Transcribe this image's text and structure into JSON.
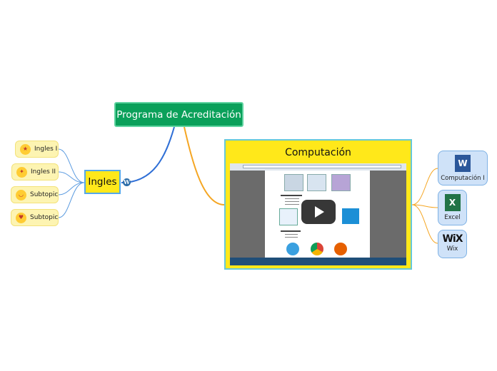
{
  "root": {
    "label": "Programa de Acreditación"
  },
  "ingles": {
    "label": "Ingles",
    "icon": "wordpress-icon",
    "children": [
      {
        "label": "Ingles I",
        "icon": "star-struck-emoji-icon"
      },
      {
        "label": "Ingles II",
        "icon": "party-face-emoji-icon"
      },
      {
        "label": "Subtopic",
        "icon": "grinning-face-emoji-icon"
      },
      {
        "label": "Subtopic",
        "icon": "heart-eyes-emoji-icon"
      }
    ]
  },
  "computacion": {
    "label": "Computación",
    "media": "video-thumbnail",
    "children": [
      {
        "label": "Computación I",
        "icon": "microsoft-word-icon"
      },
      {
        "label": "Excel",
        "icon": "microsoft-excel-icon"
      },
      {
        "label": "Wix",
        "icon": "wix-logo-icon"
      }
    ]
  },
  "colors": {
    "root_fill": "#0aa05a",
    "topic_fill": "#ffe81a",
    "leaf_fill": "#fdf4b2",
    "tool_fill": "#cfe2f8",
    "link_blue": "#2f6fd6",
    "link_orange": "#f5a623"
  },
  "logo_text": {
    "word": "W",
    "excel": "X",
    "wix": "WiX",
    "wordpress": "W"
  }
}
